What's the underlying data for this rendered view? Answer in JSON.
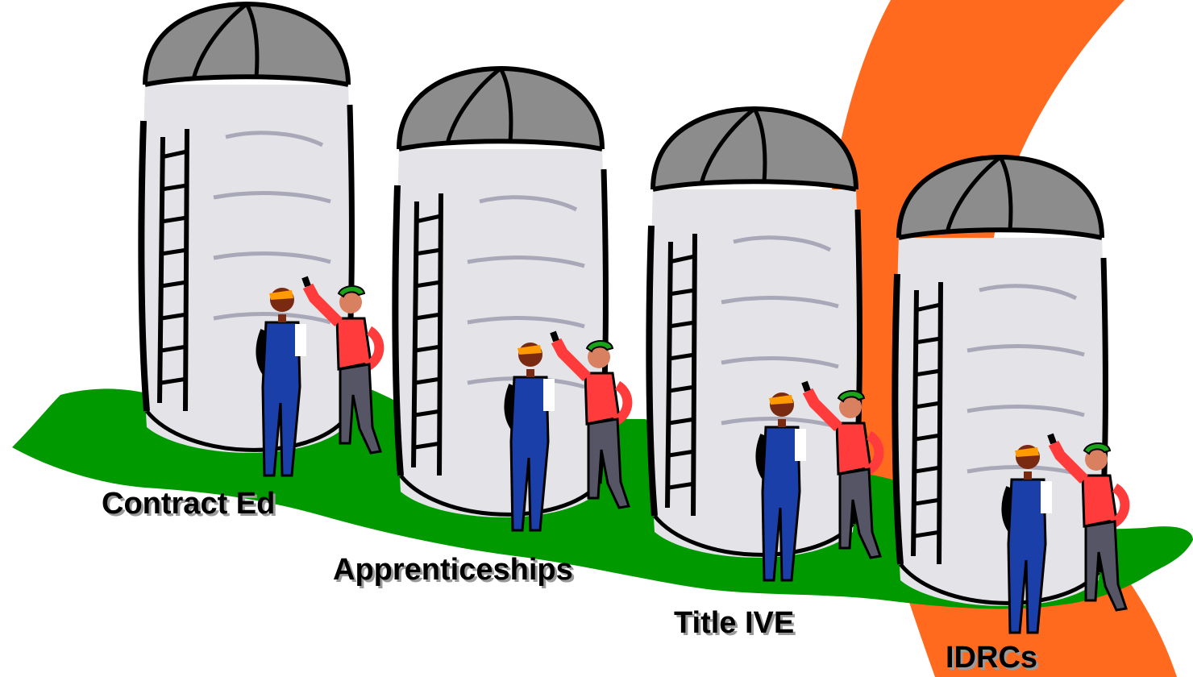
{
  "labels": {
    "contract_ed": "Contract Ed",
    "apprenticeships": "Apprenticeships",
    "title_ive": "Title IVE",
    "idrcs": "IDRCs"
  },
  "colors": {
    "arc": "#ff6a1f",
    "grass": "#009a00",
    "silo_body": "#e4e4e8",
    "silo_roof": "#8c8c8c",
    "overalls": "#1b3fa8",
    "red_shirt": "#ff3b3b",
    "green_cap": "#1aa31a",
    "yellow_cap": "#ff9a00"
  },
  "icons": [
    "silo-icon",
    "farmer-overalls-icon",
    "farmer-pointing-icon",
    "grass-icon",
    "orange-arc"
  ]
}
